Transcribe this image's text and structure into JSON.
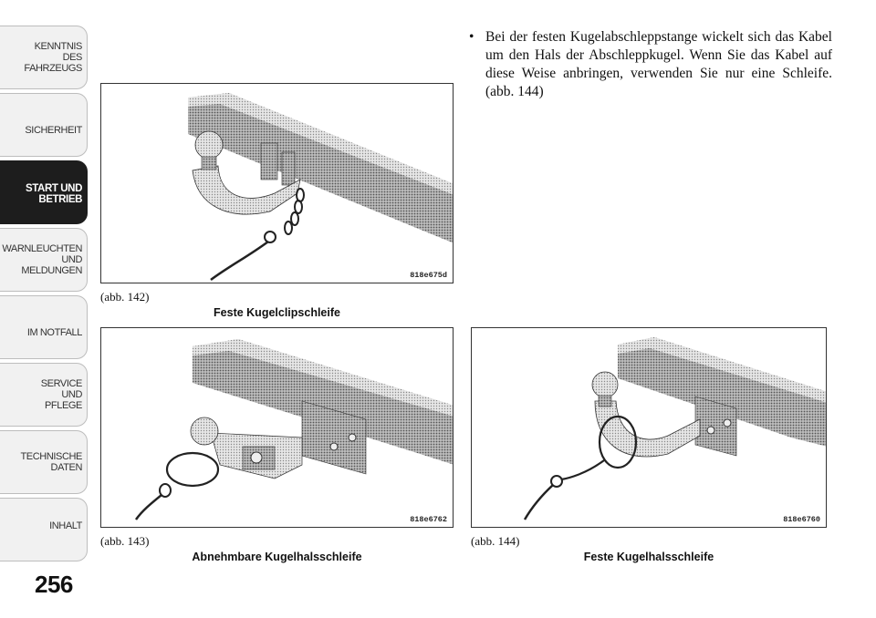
{
  "sidebar": {
    "tabs": [
      {
        "lines": [
          "KENNTNIS",
          "DES",
          "FAHRZEUGS"
        ],
        "active": false
      },
      {
        "lines": [
          "SICHERHEIT"
        ],
        "active": false
      },
      {
        "lines": [
          "START UND",
          "BETRIEB"
        ],
        "active": true
      },
      {
        "lines": [
          "WARNLEUCHTEN",
          "UND",
          "MELDUNGEN"
        ],
        "active": false
      },
      {
        "lines": [
          "IM NOTFALL"
        ],
        "active": false
      },
      {
        "lines": [
          "SERVICE",
          "UND",
          "PFLEGE"
        ],
        "active": false
      },
      {
        "lines": [
          "TECHNISCHE",
          "DATEN"
        ],
        "active": false
      },
      {
        "lines": [
          "INHALT"
        ],
        "active": false
      }
    ]
  },
  "page_number": "256",
  "bullet": {
    "marker": "•",
    "text": "Bei der festen Kugelabschleppstange wickelt sich das Kabel um den Hals der Abschleppkugel. Wenn Sie das Kabel auf diese Weise anbringen, verwenden Sie nur eine Schleife.(abb.  144)"
  },
  "figures": {
    "fig142": {
      "ref": "(abb. 142)",
      "caption": "Feste Kugelclipschleife",
      "code": "818e675d"
    },
    "fig143": {
      "ref": "(abb. 143)",
      "caption": "Abnehmbare Kugelhalsschleife",
      "code": "818e6762"
    },
    "fig144": {
      "ref": "(abb. 144)",
      "caption": "Feste Kugelhalsschleife",
      "code": "818e6760"
    }
  },
  "colors": {
    "active_tab": "#1d1d1d",
    "tab_bg": "#f1f1f1"
  }
}
